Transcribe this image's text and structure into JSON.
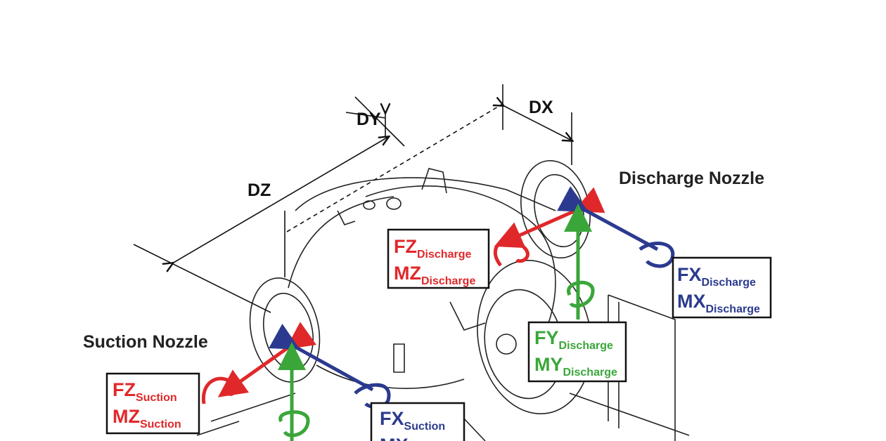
{
  "dimensions": {
    "dx": "DX",
    "dy": "DY",
    "dz": "DZ"
  },
  "nozzles": {
    "discharge": "Discharge Nozzle",
    "suction": "Suction Nozzle"
  },
  "colors": {
    "z_axis": "#e0282a",
    "x_axis": "#2b3a8f",
    "y_axis": "#3aa63a",
    "linework": "#222222"
  },
  "labels": {
    "fz_discharge": {
      "main": "FZ",
      "sub": "Discharge"
    },
    "mz_discharge": {
      "main": "MZ",
      "sub": "Discharge"
    },
    "fx_discharge": {
      "main": "FX",
      "sub": "Discharge"
    },
    "mx_discharge": {
      "main": "MX",
      "sub": "Discharge"
    },
    "fy_discharge": {
      "main": "FY",
      "sub": "Discharge"
    },
    "my_discharge": {
      "main": "MY",
      "sub": "Discharge"
    },
    "fz_suction": {
      "main": "FZ",
      "sub": "Suction"
    },
    "mz_suction": {
      "main": "MZ",
      "sub": "Suction"
    },
    "fx_suction": {
      "main": "FX",
      "sub": "Suction"
    },
    "mx_suction": {
      "main": "MX"
    }
  }
}
